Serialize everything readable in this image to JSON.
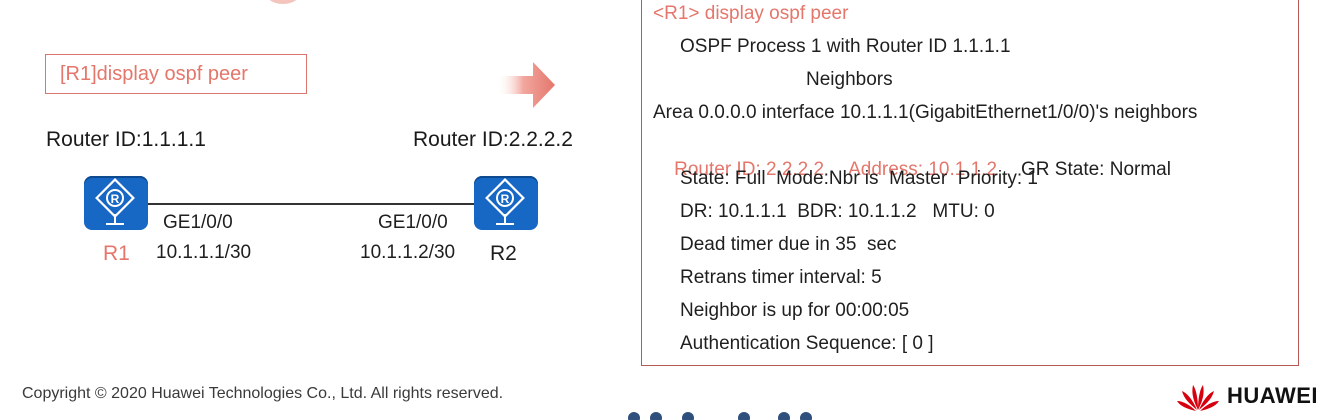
{
  "command": "[R1]display ospf peer",
  "topology": {
    "r1": {
      "router_id": "Router ID:1.1.1.1",
      "name": "R1",
      "interface": "GE1/0/0",
      "ip": "10.1.1.1/30"
    },
    "r2": {
      "router_id": "Router ID:2.2.2.2",
      "name": "R2",
      "interface": "GE1/0/0",
      "ip": "10.1.1.2/30"
    }
  },
  "output": {
    "prompt": "<R1> display ospf peer",
    "process_line": "OSPF Process 1 with Router ID 1.1.1.1",
    "neighbors_heading": "Neighbors",
    "area_line": "Area 0.0.0.0 interface 10.1.1.1(GigabitEthernet1/0/0)'s neighbors",
    "peer_router_id": "Router ID: 2.2.2.2",
    "peer_address": "Address: 10.1.1.2",
    "gr_state": "GR State: Normal",
    "state_line": "State: Full  Mode:Nbr is  Master  Priority: 1",
    "dr_line": "DR: 10.1.1.1  BDR: 10.1.1.2   MTU: 0",
    "dead_timer": "Dead timer due in 35  sec",
    "retrans_timer": "Retrans timer interval: 5",
    "neighbor_up": "Neighbor is up for 00:00:05",
    "auth_seq": "Authentication Sequence: [ 0 ]"
  },
  "footer": {
    "copyright": "Copyright © 2020 Huawei Technologies Co., Ltd. All rights reserved.",
    "brand": "HUAWEI"
  },
  "colors": {
    "accent_red": "#e4766b",
    "router_blue": "#1767c4",
    "panel_border": "#b75a55",
    "huawei_red": "#d7000f"
  }
}
